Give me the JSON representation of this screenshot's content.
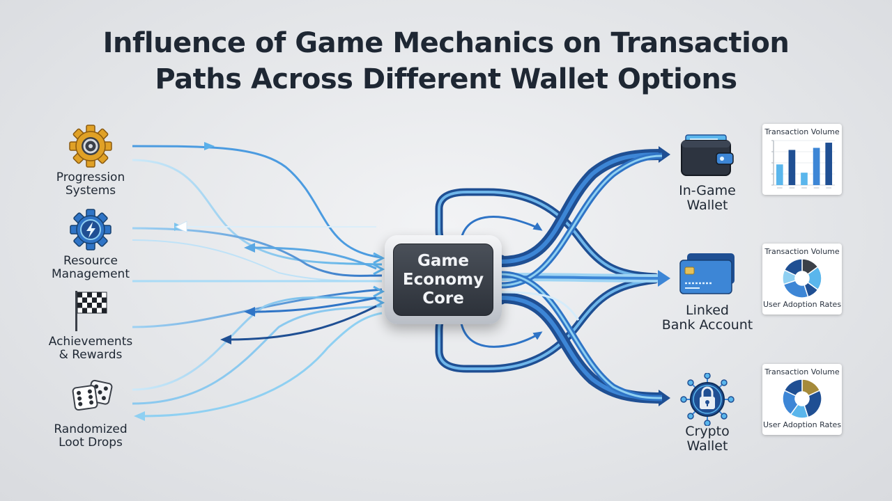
{
  "title": {
    "line1": "Influence of Game Mechanics on Transaction",
    "line2": "Paths Across Different Wallet Options"
  },
  "mechanics": [
    {
      "icon": "gear-icon",
      "line1": "Progression",
      "line2": "Systems"
    },
    {
      "icon": "gear-lightning-icon",
      "line1": "Resource",
      "line2": "Management"
    },
    {
      "icon": "checkered-flag-icon",
      "line1": "Achievements",
      "line2": "& Rewards"
    },
    {
      "icon": "dice-icon",
      "line1": "Randomized",
      "line2": "Loot Drops"
    }
  ],
  "core": {
    "line1": "Game",
    "line2": "Economy",
    "line3": "Core"
  },
  "wallets": [
    {
      "icon": "wallet-icon",
      "line1": "In-Game",
      "line2": "Wallet"
    },
    {
      "icon": "credit-card-icon",
      "line1": "Linked",
      "line2": "Bank Account"
    },
    {
      "icon": "crypto-lock-icon",
      "line1": "Crypto",
      "line2": "Wallet"
    }
  ],
  "cards": [
    {
      "title": "Transaction Volume",
      "footer": ""
    },
    {
      "title": "Transaction Volume",
      "footer": "User Adoption Rates"
    },
    {
      "title": "Transaction Volume",
      "footer": "User Adoption Rates"
    }
  ],
  "colors": {
    "dark_blue": "#1f4f93",
    "mid_blue": "#3d86d6",
    "light_blue": "#8fd0f2",
    "gold": "#e0a126"
  },
  "chart_data": [
    {
      "type": "bar",
      "title": "Transaction Volume",
      "values": [
        2,
        3.4,
        1.2,
        3.6,
        4.1
      ]
    },
    {
      "type": "pie",
      "title": "Transaction Volume",
      "xlabel": "User Adoption Rates",
      "values": [
        15,
        20,
        10,
        25,
        12,
        18
      ]
    },
    {
      "type": "pie",
      "title": "Transaction Volume",
      "xlabel": "User Adoption Rates",
      "values": [
        18,
        27,
        15,
        22,
        18
      ]
    }
  ]
}
